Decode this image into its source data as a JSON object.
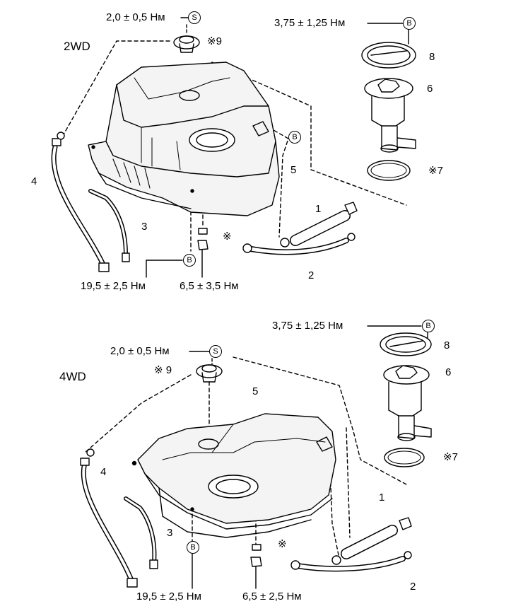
{
  "colors": {
    "ink": "#000000",
    "paper": "#ffffff",
    "tank_shade": "#c8c8c8"
  },
  "top": {
    "variant": "2WD",
    "torque_filler_cap": "2,0 ± 0,5 Нм",
    "torque_pump_cover": "3,75 ± 1,25 Нм",
    "torque_tank_bolt": "19,5 ± 2,5 Нм",
    "torque_drain_plug": "6,5 ± 3,5 Нм",
    "mark_s": "S",
    "mark_b": "B",
    "mark_b2": "B",
    "mark_b3": "B",
    "part_1": "1",
    "part_2": "2",
    "part_3": "3",
    "part_4": "4",
    "part_5": "5",
    "part_6": "6",
    "part_7": "※7",
    "part_8": "8",
    "part_9": "※9",
    "part_star": "※"
  },
  "bottom": {
    "variant": "4WD",
    "torque_filler_cap": "2,0 ± 0,5 Нм",
    "torque_pump_cover": "3,75 ± 1,25 Нм",
    "torque_tank_bolt": "19,5 ± 2,5 Нм",
    "torque_drain_plug": "6,5 ± 2,5 Нм",
    "mark_s": "S",
    "mark_b": "B",
    "mark_b2": "B",
    "part_1": "1",
    "part_2": "2",
    "part_3": "3",
    "part_4": "4",
    "part_5": "5",
    "part_6": "6",
    "part_7": "※7",
    "part_8": "8",
    "part_9": "※ 9",
    "part_star": "※"
  }
}
